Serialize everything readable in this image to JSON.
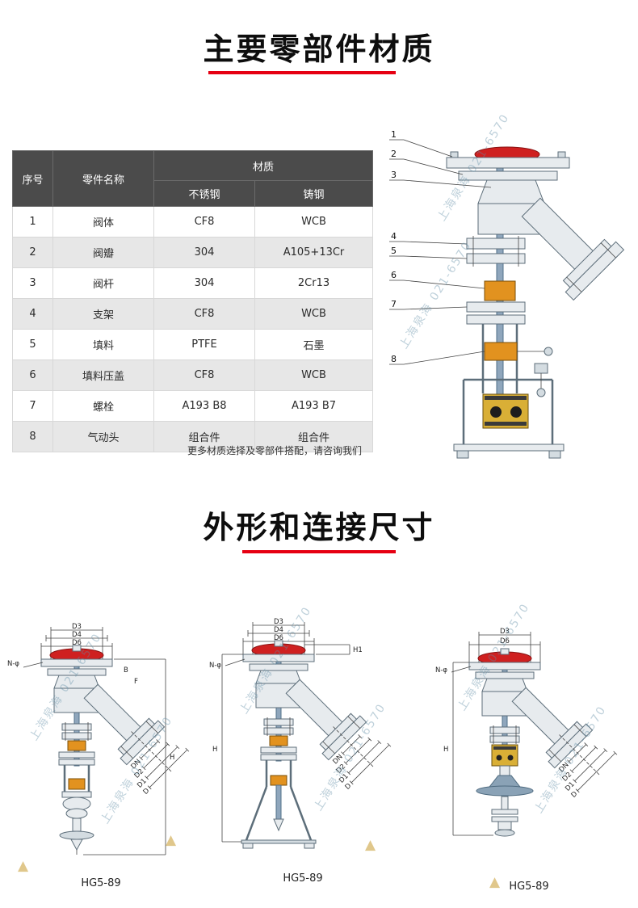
{
  "page": {
    "section1_title": "主要零部件材质",
    "section2_title": "外形和连接尺寸",
    "accent_color": "#e60012"
  },
  "materials_table": {
    "headers": {
      "no": "序号",
      "part": "零件名称",
      "material": "材质",
      "stainless": "不锈钢",
      "cast": "铸钢"
    },
    "rows": [
      {
        "no": "1",
        "name": "阀体",
        "stainless": "CF8",
        "cast": "WCB"
      },
      {
        "no": "2",
        "name": "阀瓣",
        "stainless": "304",
        "cast": "A105+13Cr"
      },
      {
        "no": "3",
        "name": "阀杆",
        "stainless": "304",
        "cast": "2Cr13"
      },
      {
        "no": "4",
        "name": "支架",
        "stainless": "CF8",
        "cast": "WCB"
      },
      {
        "no": "5",
        "name": "填料",
        "stainless": "PTFE",
        "cast": "石墨"
      },
      {
        "no": "6",
        "name": "填料压盖",
        "stainless": "CF8",
        "cast": "WCB"
      },
      {
        "no": "7",
        "name": "螺栓",
        "stainless": "A193 B8",
        "cast": "A193 B7"
      },
      {
        "no": "8",
        "name": "气动头",
        "stainless": "组合件",
        "cast": "组合件"
      }
    ],
    "note": "更多材质选择及零部件搭配，请咨询我们"
  },
  "assembly_diagram": {
    "callouts": [
      "1",
      "2",
      "3",
      "4",
      "5",
      "6",
      "7",
      "8"
    ]
  },
  "dimension_drawings": [
    {
      "caption": "HG5-89",
      "top_dims": [
        "D3",
        "D4",
        "D6"
      ],
      "bolt_dim": "N-φ",
      "extra_dims": [
        "B",
        "F"
      ],
      "flange_dims": [
        "DN",
        "D2",
        "D1",
        "D"
      ],
      "height_dim": "H"
    },
    {
      "caption": "HG5-89",
      "top_dims": [
        "D3",
        "D4",
        "D6"
      ],
      "bolt_dim": "N-φ",
      "extra_dims": [
        "H1"
      ],
      "flange_dims": [
        "DN",
        "D2",
        "D1",
        "D"
      ],
      "height_dim": "H"
    },
    {
      "caption": "HG5-89",
      "top_dims": [
        "D3",
        "D6"
      ],
      "bolt_dim": "N-φ",
      "flange_dims": [
        "DN",
        "D2",
        "D1",
        "D"
      ],
      "height_dim": "H"
    }
  ],
  "watermark": {
    "text": "上海泉海 021-6570",
    "logo_glyph": "▲"
  }
}
